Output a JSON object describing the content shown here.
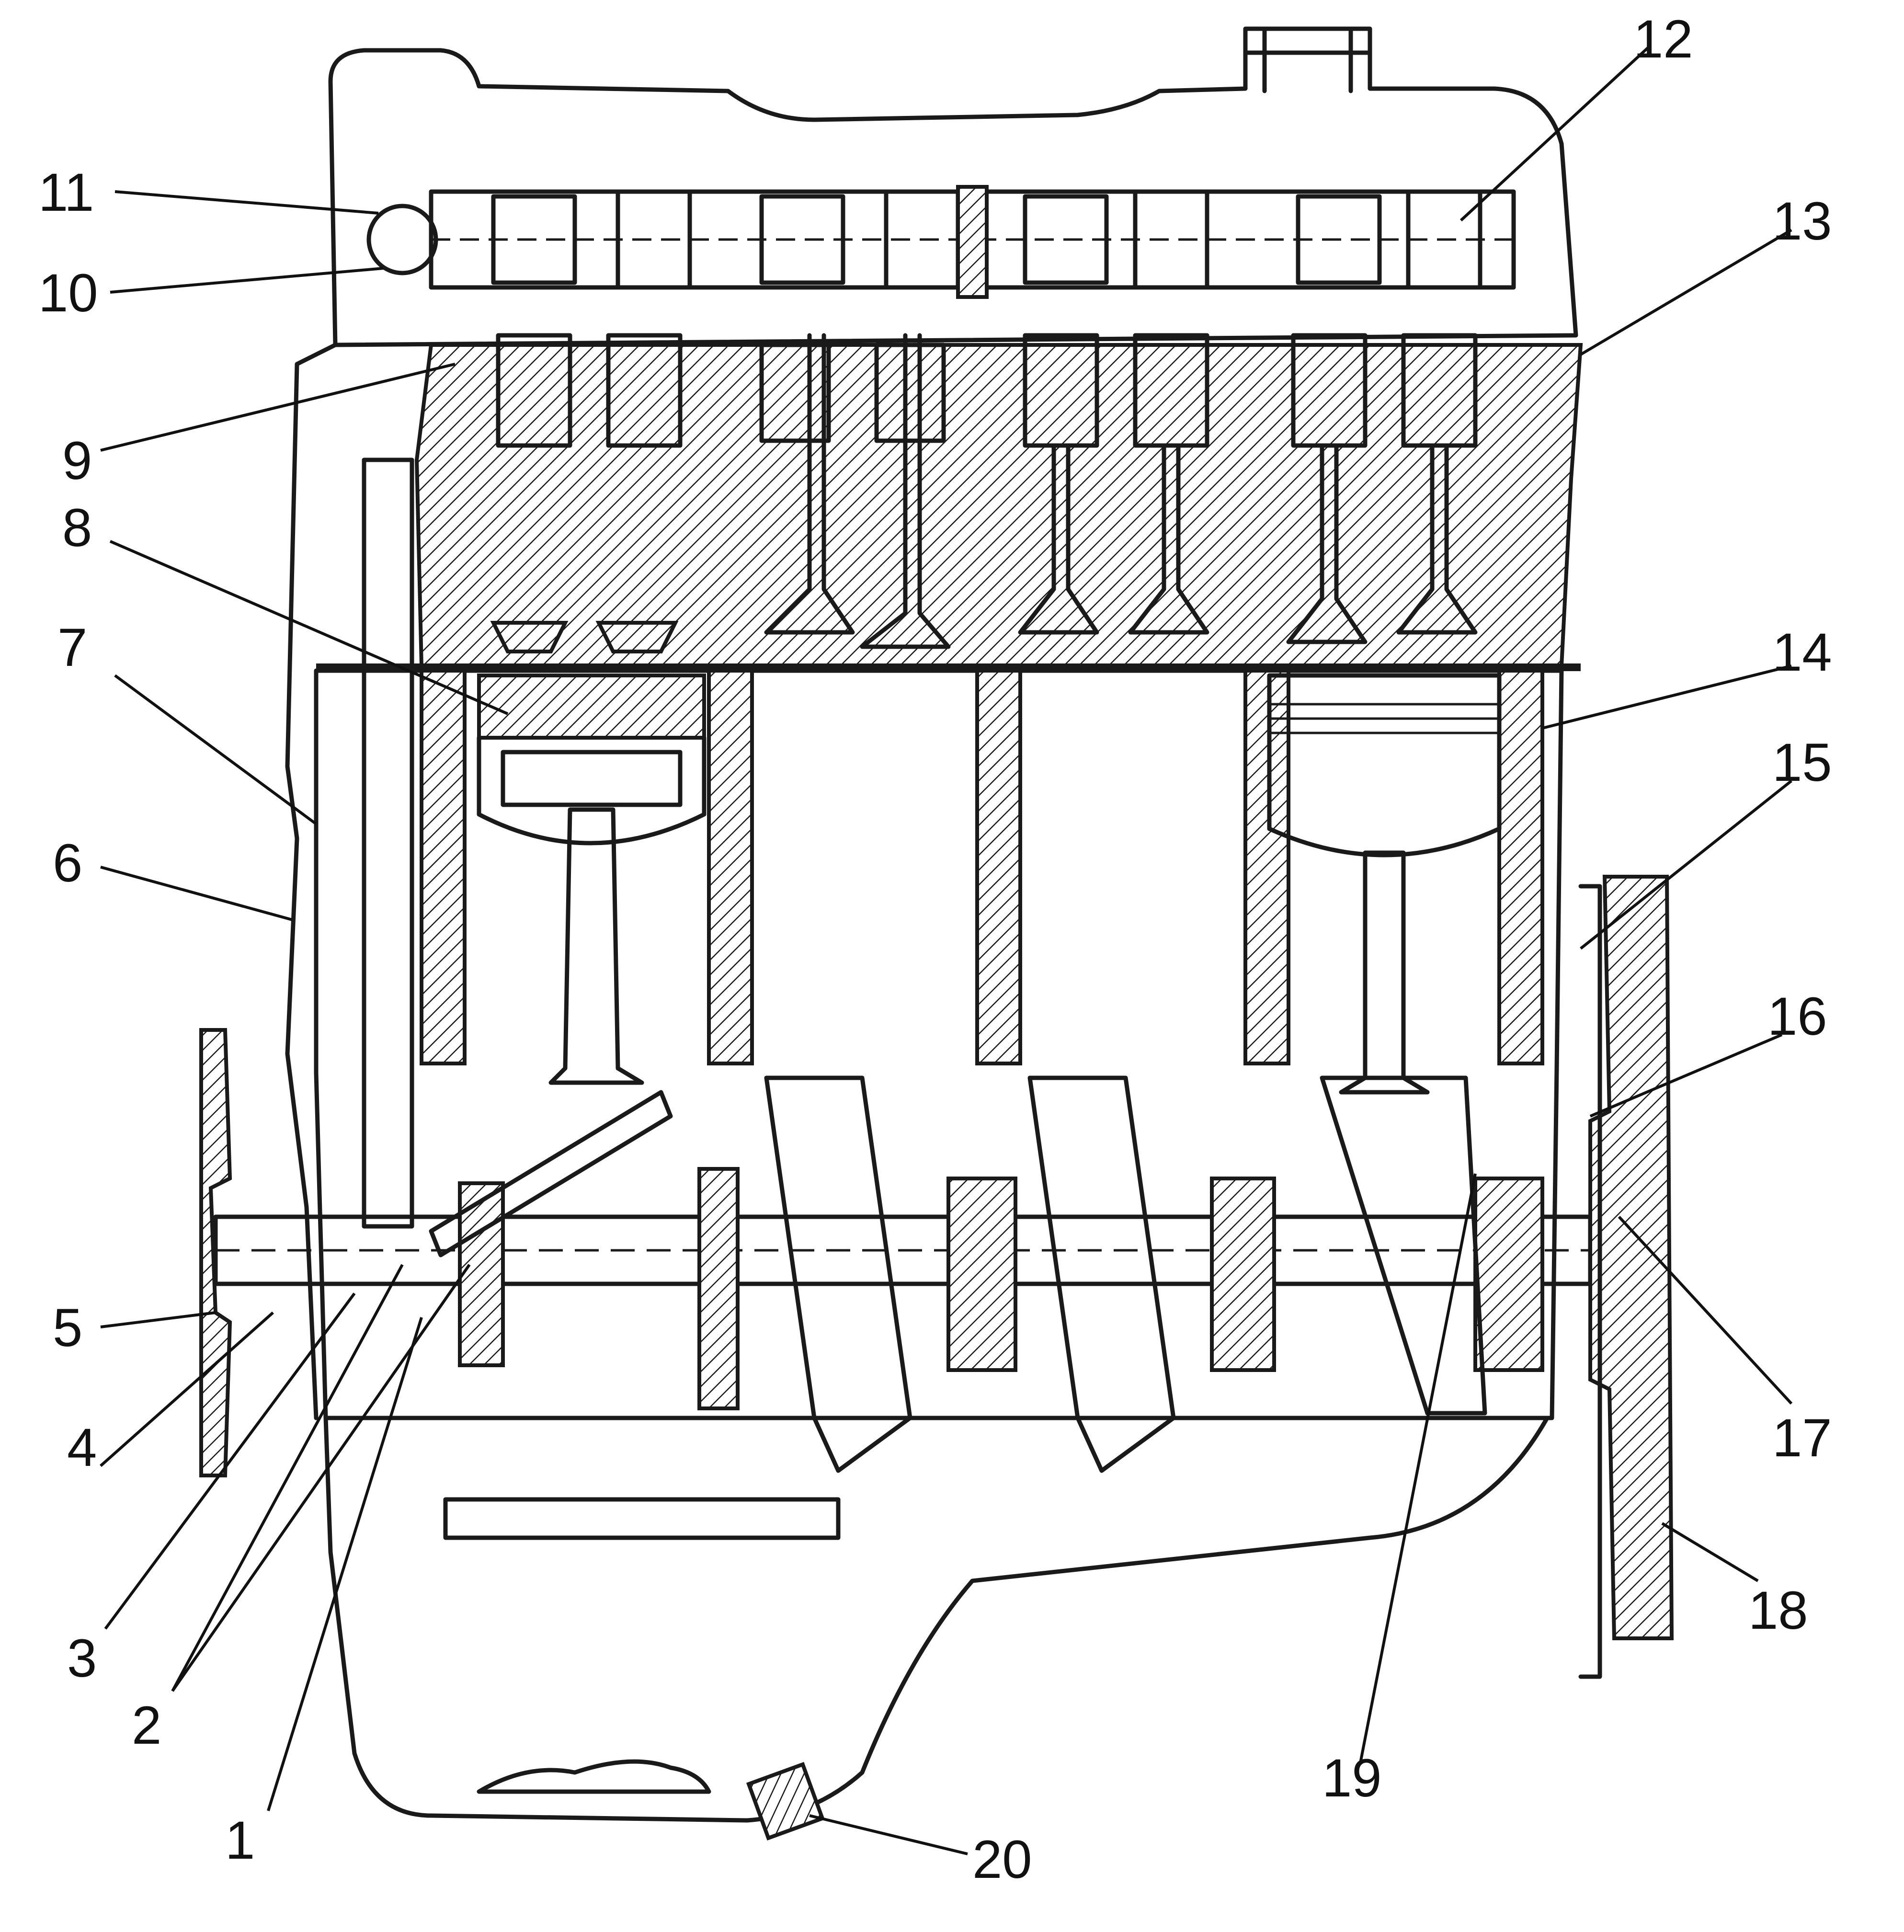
{
  "colors": {
    "ink": "#1a1a1a",
    "background": "#ffffff"
  },
  "callouts": [
    {
      "id": "1",
      "label": "1"
    },
    {
      "id": "2",
      "label": "2"
    },
    {
      "id": "3",
      "label": "3"
    },
    {
      "id": "4",
      "label": "4"
    },
    {
      "id": "5",
      "label": "5"
    },
    {
      "id": "6",
      "label": "6"
    },
    {
      "id": "7",
      "label": "7"
    },
    {
      "id": "8",
      "label": "8"
    },
    {
      "id": "9",
      "label": "9"
    },
    {
      "id": "10",
      "label": "10"
    },
    {
      "id": "11",
      "label": "11"
    },
    {
      "id": "12",
      "label": "12"
    },
    {
      "id": "13",
      "label": "13"
    },
    {
      "id": "14",
      "label": "14"
    },
    {
      "id": "15",
      "label": "15"
    },
    {
      "id": "16",
      "label": "16"
    },
    {
      "id": "17",
      "label": "17"
    },
    {
      "id": "18",
      "label": "18"
    },
    {
      "id": "19",
      "label": "19"
    },
    {
      "id": "20",
      "label": "20"
    }
  ]
}
